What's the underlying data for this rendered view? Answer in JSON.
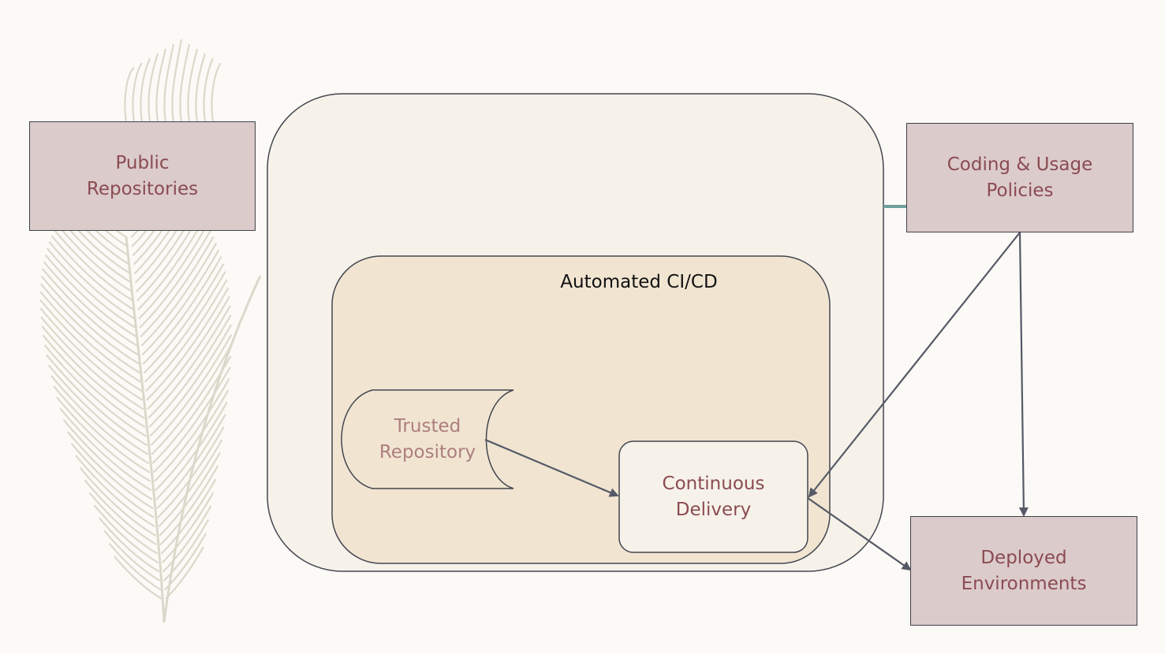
{
  "nodes": {
    "public_repositories": "Public\nRepositories",
    "coding_usage_policies": "Coding & Usage\nPolicies",
    "automated_cicd": "Automated CI/CD",
    "trusted_repository": "Trusted\nRepository",
    "continuous_delivery": "Continuous\nDelivery",
    "deployed_environments": "Deployed\nEnvironments"
  },
  "colors": {
    "box_fill": "#dccbcb",
    "box_text": "#8a4b52",
    "outer_container_fill": "#f6f2ea",
    "inner_container_fill": "#f1e5d2",
    "connector_teal": "#6f9f9c",
    "arrow": "#555a66"
  }
}
